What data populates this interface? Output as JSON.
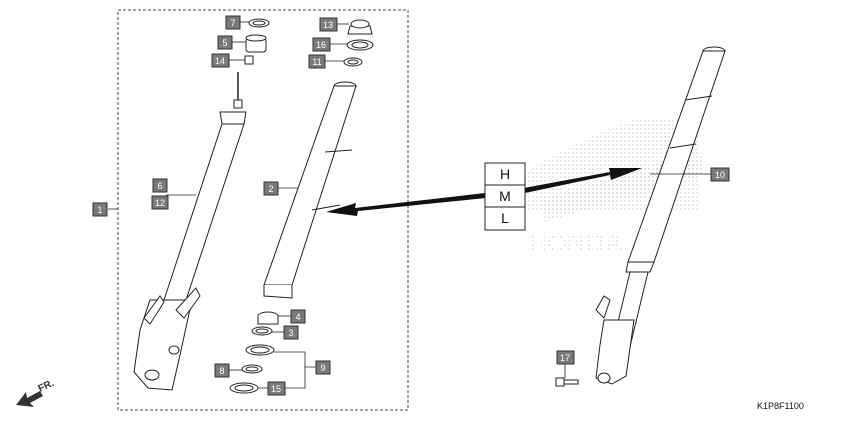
{
  "diagram": {
    "callouts": [
      "1",
      "2",
      "3",
      "4",
      "5",
      "6",
      "7",
      "8",
      "9",
      "10",
      "11",
      "12",
      "13",
      "14",
      "15",
      "16",
      "17"
    ],
    "grade_labels": [
      "H",
      "M",
      "L"
    ],
    "direction_label": "FR.",
    "drawing_code": "K1P8F1100",
    "watermark_text": "HONDA",
    "colors": {
      "callout_fill": "#7a7a7a",
      "line": "#222222",
      "watermark": "#c9c9c9"
    }
  }
}
